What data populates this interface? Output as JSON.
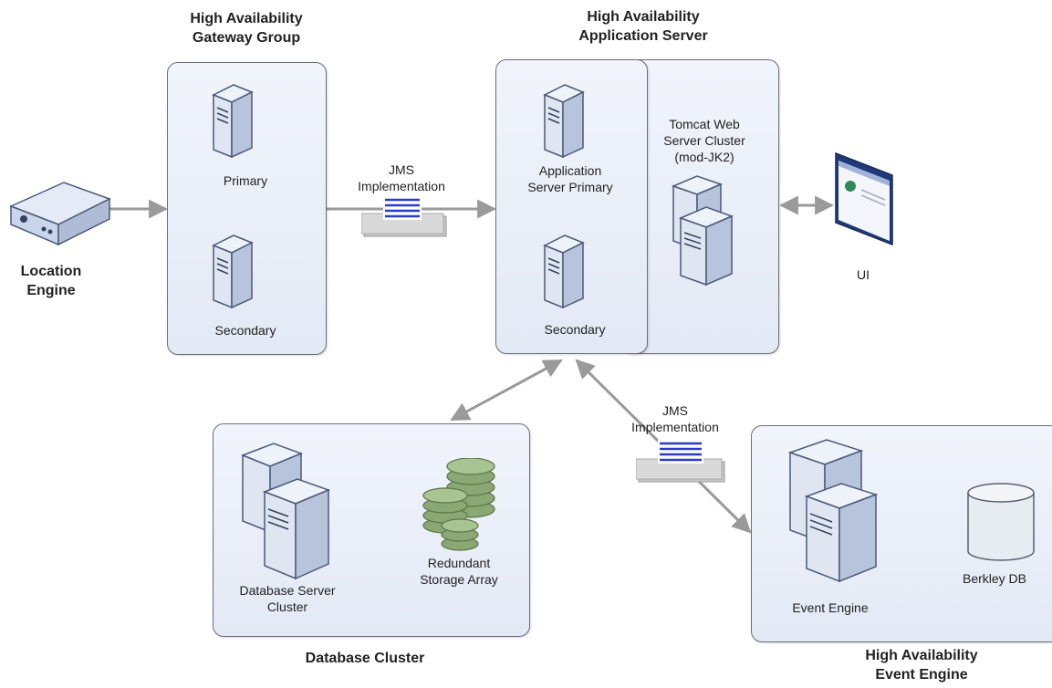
{
  "titles": {
    "gateway_line1": "High Availability",
    "gateway_line2": "Gateway Group",
    "appserver_line1": "High Availability",
    "appserver_line2": "Application Server",
    "location_line1": "Location",
    "location_line2": "Engine",
    "database_cluster": "Database Cluster",
    "event_line1": "High Availability",
    "event_line2": "Event Engine"
  },
  "labels": {
    "gateway_primary": "Primary",
    "gateway_secondary": "Secondary",
    "jms_top_line1": "JMS",
    "jms_top_line2": "Implementation",
    "app_primary_line1": "Application",
    "app_primary_line2": "Server Primary",
    "app_secondary": "Secondary",
    "tomcat_line1": "Tomcat Web",
    "tomcat_line2": "Server Cluster",
    "tomcat_line3": "(mod-JK2)",
    "ui": "UI",
    "jms_bottom_line1": "JMS",
    "jms_bottom_line2": "Implementation",
    "db_server_line1": "Database Server",
    "db_server_line2": "Cluster",
    "storage_line1": "Redundant",
    "storage_line2": "Storage Array",
    "event_engine": "Event Engine",
    "berkley_db": "Berkley DB"
  },
  "icons": {
    "server": "server-tower-icon",
    "location_engine": "network-device-icon",
    "ui": "browser-window-icon",
    "queue": "message-queue-icon",
    "storage": "disk-stack-icon",
    "database": "database-cylinder-icon"
  },
  "colors": {
    "panel_fill_top": "#f1f4fb",
    "panel_fill_bottom": "#e3e9f5",
    "panel_border": "#6b6f78",
    "connector": "#9a9a9a",
    "queue_lines": "#2a3cc8",
    "storage_green": "#8aa873"
  }
}
